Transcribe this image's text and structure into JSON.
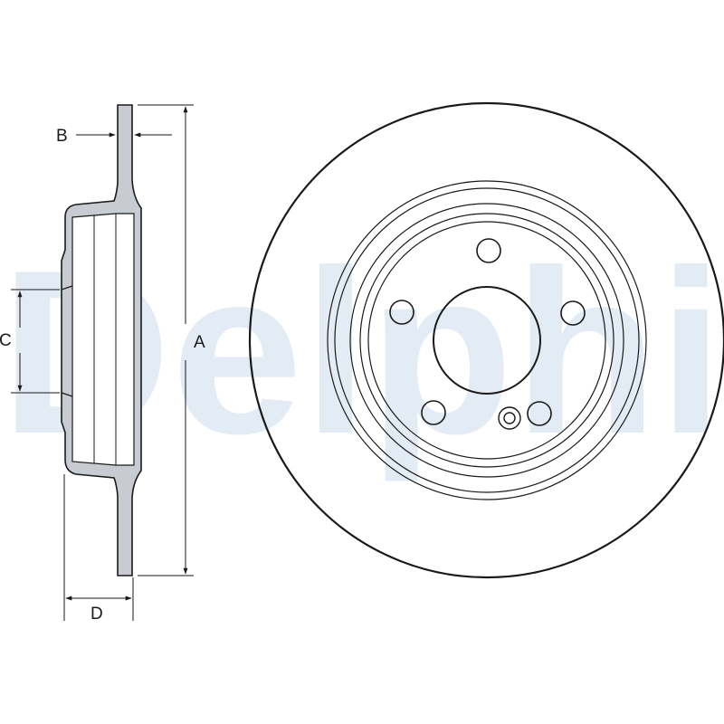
{
  "watermark": {
    "text": "Delphi",
    "color": "#e3ebf5"
  },
  "colors": {
    "ink": "#1a1a1a",
    "section_fill": "#c8ccd2",
    "background": "#ffffff"
  },
  "labels": {
    "a": "A",
    "b": "B",
    "c": "C",
    "d": "D"
  }
}
